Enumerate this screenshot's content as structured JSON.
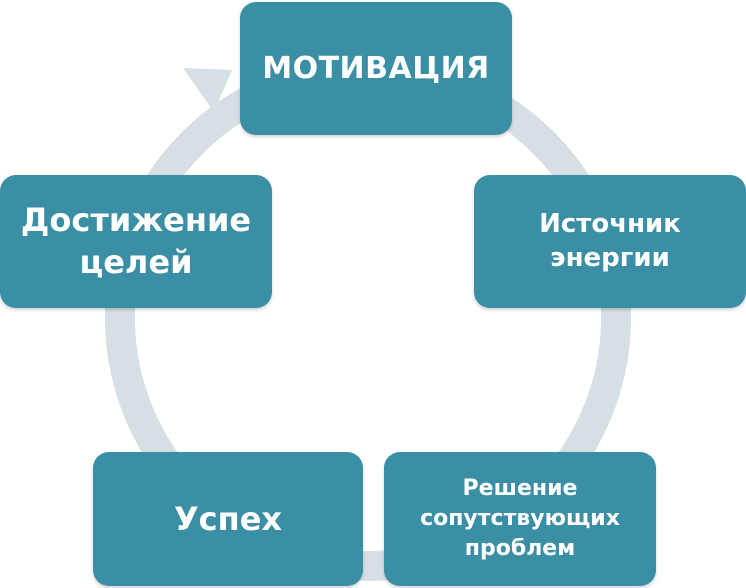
{
  "diagram": {
    "nodes": [
      {
        "id": "motivation",
        "label": "МОТИВАЦИЯ"
      },
      {
        "id": "energy",
        "label": "Источник\nэнергии"
      },
      {
        "id": "problems",
        "label": "Решение\nсопутствующих\nпроблем"
      },
      {
        "id": "success",
        "label": "Успех"
      },
      {
        "id": "goals",
        "label": "Достижение\nцелей"
      }
    ],
    "colors": {
      "node_fill": "#3a8fa5",
      "node_text": "#ffffff",
      "ring": "#d6dfe3"
    }
  }
}
